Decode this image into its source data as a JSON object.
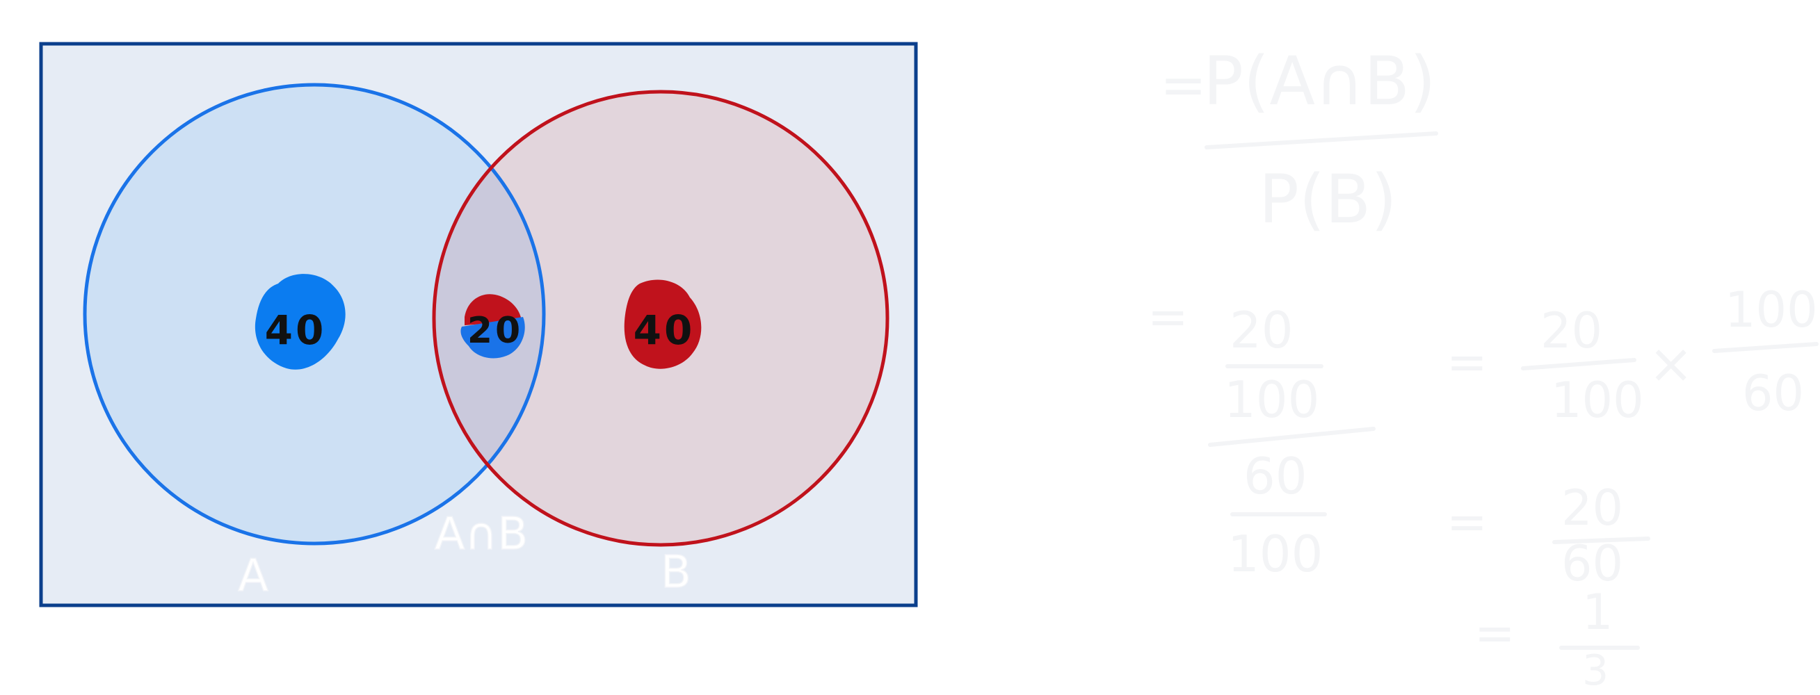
{
  "venn": {
    "set_a_label": "A",
    "set_b_label": "B",
    "intersection_label": "A∩B",
    "only_a_count": "40",
    "intersection_count": "20",
    "only_b_count": "40"
  },
  "working": {
    "formula_numerator": "P(A∩B)",
    "formula_denominator": "P(B)",
    "step1_top_numerator": "20",
    "step1_top_denominator": "100",
    "step1_bottom_numerator": "60",
    "step1_bottom_denominator": "100",
    "step2_left_numerator": "20",
    "step2_left_denominator": "100",
    "step2_right_numerator": "100",
    "step2_right_denominator": "60",
    "step3_numerator": "20",
    "step3_denominator": "60",
    "step4_numerator": "1",
    "step4_denominator": "3",
    "equals": "=",
    "times": "×"
  },
  "colors": {
    "frame_border": "#0b3f8c",
    "frame_fill": "#e6ecf5",
    "set_a": "#1a73e8",
    "set_a_fill": "#cde0f4",
    "set_b": "#c0121c",
    "set_b_fill": "#e2d5dc",
    "intersection_fill": "#cac9dc",
    "label_white": "#ffffff"
  }
}
